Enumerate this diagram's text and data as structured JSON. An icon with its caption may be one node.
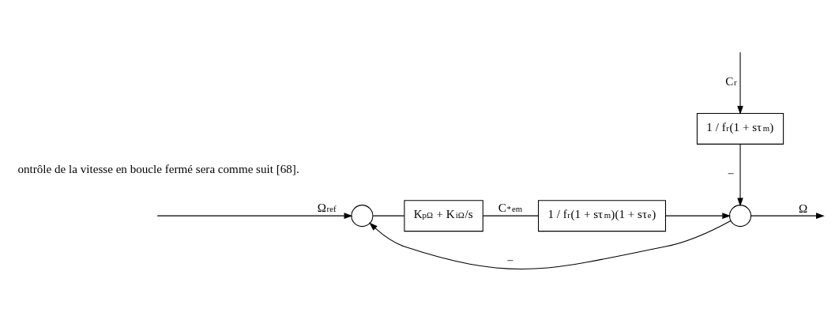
{
  "diagram": {
    "nodes": [
      {
        "text": [],
        "shape": "circle"
      },
      {
        "text": [
          "K$_{pΩ}$ + K$_{iΩ}$/s"
        ]
      },
      {
        "text": [
          "1 / f$_{r}$(1 + sτ$_{m}$)(1 + sτ$_{e}$)"
        ]
      },
      {
        "text": [
          "1 / f$_{r}$(1 + sτ$_{m}$)"
        ]
      },
      {
        "text": [],
        "shape": "circle"
      }
    ],
    "edges": [
      {
        "from": null,
        "to": 0,
        "arrow": "to",
        "label": "Ω$_{ref}$"
      },
      {
        "from": 0,
        "to": 1,
        "arrow": "none"
      },
      {
        "from": 1,
        "to": 2,
        "arrow": "none",
        "label": "C$^{*}$$_{em}$"
      },
      {
        "from": 2,
        "to": 4,
        "arrow": "to"
      },
      {
        "from": null,
        "to": 3,
        "arrow": "to",
        "label": "C$_{r}$"
      },
      {
        "from": 3,
        "to": 4,
        "arrow": "to",
        "label": "−"
      },
      {
        "from": 4,
        "to": null,
        "arrow": "to",
        "label": "Ω"
      },
      {
        "from": 4,
        "to": 0,
        "arrow": "to",
        "label": "−"
      }
    ],
    "labels": [
      "ontrôle de la vitesse en boucle fermé sera comme suit [68]."
    ]
  }
}
